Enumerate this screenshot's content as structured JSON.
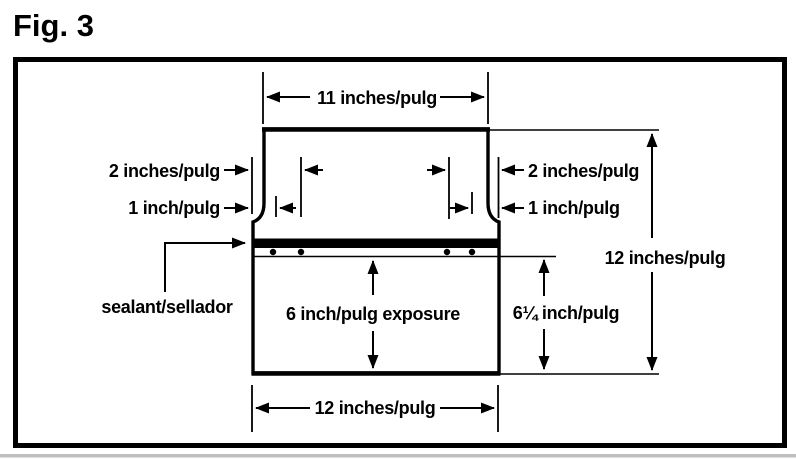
{
  "figure_title": "Fig. 3",
  "diagram": {
    "description_labels": {
      "top_width": "11 inches/pulg",
      "left_nail_offset_2": "2 inches/pulg",
      "left_nail_offset_1": "1 inch/pulg",
      "right_nail_offset_2": "2 inches/pulg",
      "right_nail_offset_1": "1 inch/pulg",
      "panel_height_right": "12 inches/pulg",
      "headlap_right": "6¼ inch/pulg",
      "exposure": "6 inch/pulg exposure",
      "sealant": "sealant/sellador",
      "bottom_width": "12 inches/pulg"
    },
    "colors": {
      "ink": "#000000",
      "background": "#ffffff",
      "footer_rule": "#bfbfbf"
    }
  }
}
